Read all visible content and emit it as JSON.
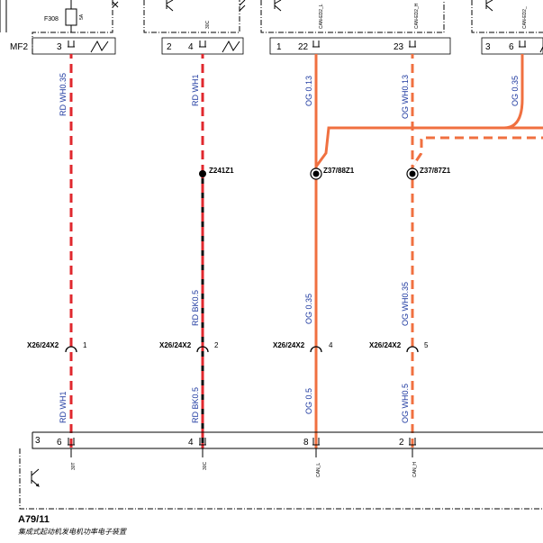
{
  "fuse": {
    "name": "F308",
    "rating": "5A"
  },
  "modules": {
    "top_left_connector": "MF2",
    "bottom_module": {
      "name": "A79/11",
      "description": "集成式起动机发电机功率电子装置",
      "connector_pin": "3"
    }
  },
  "top_box_pins": [
    {
      "box": "",
      "pin": "3",
      "signal": ""
    },
    {
      "box": "2",
      "pin": "4",
      "signal": "30C"
    },
    {
      "box": "1",
      "pin": "22",
      "signal": "CAN-ED2_L"
    },
    {
      "box": "",
      "pin": "23",
      "signal": "CAN-ED2_H"
    },
    {
      "box": "3",
      "pin": "6",
      "signal": "CAN-ED2_"
    }
  ],
  "wires": [
    {
      "upper_label": "RD WH0.35",
      "lower_mid_label": "",
      "lower_label": "RD WH1"
    },
    {
      "upper_label": "RD WH1",
      "lower_mid_label": "RD BK0.5",
      "lower_label": "RD BK0.5"
    },
    {
      "upper_label": "OG 0.13",
      "lower_mid_label": "OG 0.35",
      "lower_label": "OG 0.5"
    },
    {
      "upper_label": "OG WH0.13",
      "lower_mid_label": "OG WH0.35",
      "lower_label": "OG WH0.5"
    },
    {
      "upper_label": "OG 0.35",
      "lower_mid_label": "",
      "lower_label": ""
    }
  ],
  "splices": [
    {
      "name": "Z241Z1"
    },
    {
      "name": "Z37/88Z1"
    },
    {
      "name": "Z37/87Z1"
    }
  ],
  "separation_points": [
    {
      "name": "X26/24X2",
      "pin": "1"
    },
    {
      "name": "X26/24X2",
      "pin": "2"
    },
    {
      "name": "X26/24X2",
      "pin": "4"
    },
    {
      "name": "X26/24X2",
      "pin": "5"
    }
  ],
  "bottom_pins": [
    {
      "pin": "6",
      "signal": "30T"
    },
    {
      "pin": "4",
      "signal": "30C"
    },
    {
      "pin": "8",
      "signal": "CAN_L"
    },
    {
      "pin": "2",
      "signal": "CAN_H"
    }
  ],
  "colors": {
    "red": "#e0282e",
    "orange": "#f07040",
    "black": "#111111",
    "white": "#ffffff",
    "label_blue": "#1f3aa0"
  }
}
